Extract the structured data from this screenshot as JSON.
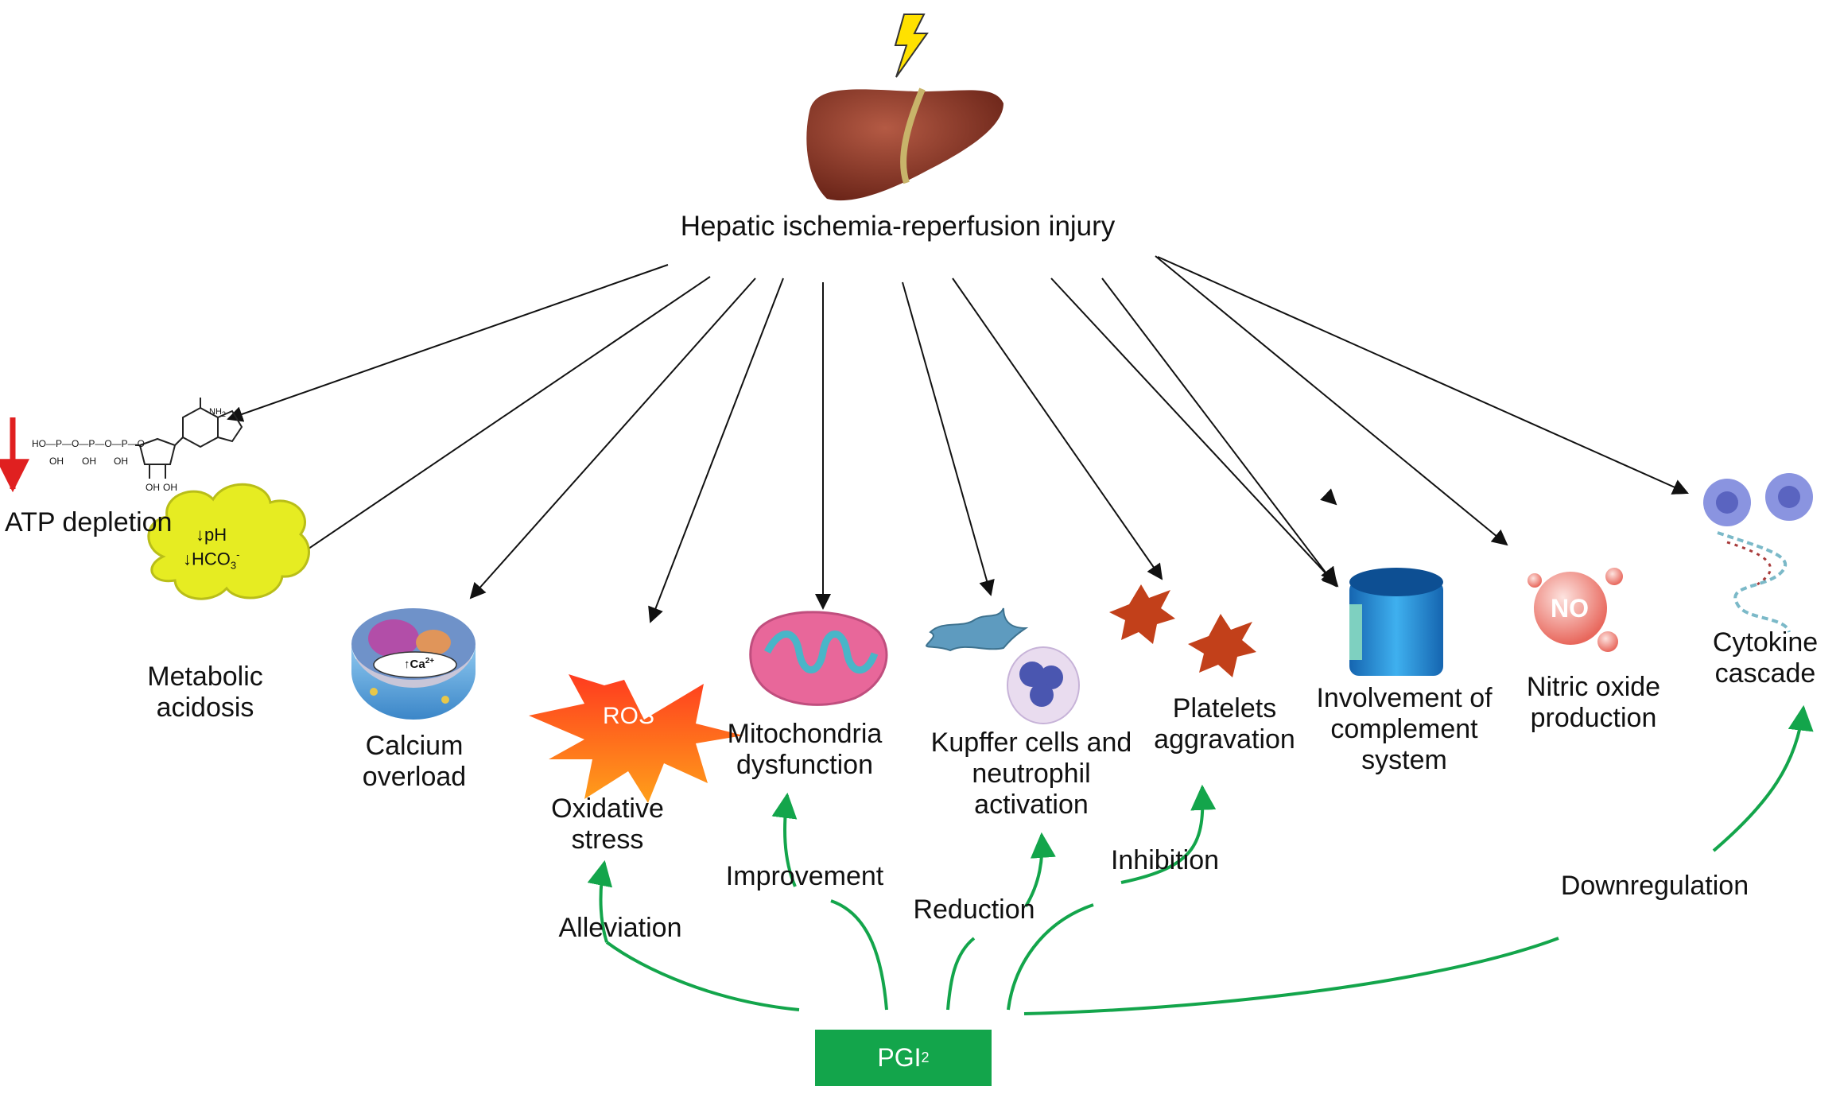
{
  "title": "Hepatic ischemia-reperfusion injury",
  "colors": {
    "accent_green": "#13a54b",
    "arrow_black": "#111111",
    "atp_arrow_red": "#e02020",
    "liver": "#8a3a2c",
    "acidosis_cloud": "#e6ec22",
    "ros_burst": "#f05a22",
    "cell_blue": "#5aa6dd",
    "mito_pink": "#e8679a",
    "platelet": "#c2401a",
    "complement_blue": "#1f8fd6",
    "no_sphere": "#f08a80"
  },
  "icons": [
    "lightning-icon",
    "liver-icon",
    "atp-molecule-icon",
    "acidosis-cloud-icon",
    "cell-icon",
    "ros-burst-icon",
    "mitochondria-icon",
    "kupffer-cell-icon",
    "neutrophil-icon",
    "platelet-icon",
    "complement-channel-icon",
    "nitric-oxide-icon",
    "cytokine-icon"
  ],
  "mechanisms": {
    "atp": "ATP depletion",
    "acidosis": [
      "Metabolic",
      "acidosis"
    ],
    "acidosis_markers": [
      "↓pH",
      "↓HCO",
      "3",
      "-"
    ],
    "calcium": [
      "Calcium",
      "overload"
    ],
    "calcium_marker": "↑Ca",
    "calcium_marker_sup": "2+",
    "oxidative": [
      "Oxidative",
      "stress"
    ],
    "ros": "ROS",
    "mito": [
      "Mitochondria",
      "dysfunction"
    ],
    "kupffer": [
      "Kupffer cells and",
      "neutrophil",
      "activation"
    ],
    "platelets": [
      "Platelets",
      "aggravation"
    ],
    "complement": [
      "Involvement of",
      "complement",
      "system"
    ],
    "nitric": [
      "Nitric oxide",
      "production"
    ],
    "no_text": "NO",
    "cytokine": [
      "Cytokine",
      "cascade"
    ]
  },
  "atp_structure": {
    "amine": "NH",
    "amine_sub": "2",
    "chain": "HO—P—O—P—O—P—O",
    "hydroxyls": [
      "OH",
      "OH",
      "OH"
    ],
    "ring_oh": [
      "OH",
      "OH"
    ]
  },
  "pgi2": {
    "main": "PGI",
    "sub": "2",
    "actions": {
      "alleviation": "Alleviation",
      "improvement": "Improvement",
      "reduction": "Reduction",
      "inhibition": "Inhibition",
      "downregulation": "Downregulation"
    }
  }
}
